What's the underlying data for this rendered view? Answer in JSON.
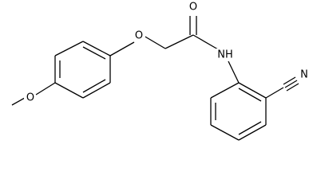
{
  "structure": {
    "atoms": {
      "carbonyl_oxygen": "O",
      "ether_oxygen": "O",
      "methoxy_oxygen": "O",
      "amide_nitrogen": "NH",
      "nitrile_nitrogen": "N"
    }
  },
  "colors": {
    "bond": "#000000",
    "background": "#ffffff"
  }
}
